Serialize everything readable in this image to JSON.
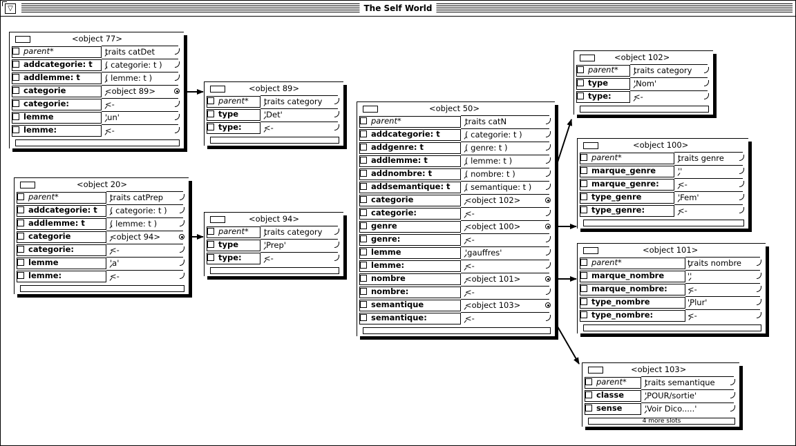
{
  "window": {
    "title": "The Self World"
  },
  "objects": {
    "obj77": {
      "title": "<object 77>",
      "slots": [
        {
          "name": "parent*",
          "value": "traits catDet"
        },
        {
          "name": "addcategorie: t",
          "value": "( categorie: t )"
        },
        {
          "name": "addlemme: t",
          "value": "( lemme: t )"
        },
        {
          "name": "categorie",
          "value": "<object 89>"
        },
        {
          "name": "categorie:",
          "value": "<-"
        },
        {
          "name": "lemme",
          "value": "'un'"
        },
        {
          "name": "lemme:",
          "value": "<-"
        }
      ]
    },
    "obj89": {
      "title": "<object 89>",
      "slots": [
        {
          "name": "parent*",
          "value": "traits category"
        },
        {
          "name": "type",
          "value": "'Det'"
        },
        {
          "name": "type:",
          "value": "<-"
        }
      ]
    },
    "obj20": {
      "title": "<object 20>",
      "slots": [
        {
          "name": "parent*",
          "value": "traits catPrep"
        },
        {
          "name": "addcategorie: t",
          "value": "( categorie: t )"
        },
        {
          "name": "addlemme: t",
          "value": "( lemme: t )"
        },
        {
          "name": "categorie",
          "value": "<object 94>"
        },
        {
          "name": "categorie:",
          "value": "<-"
        },
        {
          "name": "lemme",
          "value": "'a'"
        },
        {
          "name": "lemme:",
          "value": "<-"
        }
      ]
    },
    "obj94": {
      "title": "<object 94>",
      "slots": [
        {
          "name": "parent*",
          "value": "traits category"
        },
        {
          "name": "type",
          "value": "'Prep'"
        },
        {
          "name": "type:",
          "value": "<-"
        }
      ]
    },
    "obj50": {
      "title": "<object 50>",
      "slots": [
        {
          "name": "parent*",
          "value": "traits catN"
        },
        {
          "name": "addcategorie: t",
          "value": "( categorie: t )"
        },
        {
          "name": "addgenre: t",
          "value": "( genre: t )"
        },
        {
          "name": "addlemme: t",
          "value": "( lemme: t )"
        },
        {
          "name": "addnombre: t",
          "value": "( nombre: t )"
        },
        {
          "name": "addsemantique: t",
          "value": "( semantique: t )"
        },
        {
          "name": "categorie",
          "value": "<object 102>"
        },
        {
          "name": "categorie:",
          "value": "<-"
        },
        {
          "name": "genre",
          "value": "<object 100>"
        },
        {
          "name": "genre:",
          "value": "<-"
        },
        {
          "name": "lemme",
          "value": "'gauffres'"
        },
        {
          "name": "lemme:",
          "value": "<-"
        },
        {
          "name": "nombre",
          "value": "<object 101>"
        },
        {
          "name": "nombre:",
          "value": "<-"
        },
        {
          "name": "semantique",
          "value": "<object 103>"
        },
        {
          "name": "semantique:",
          "value": "<-"
        }
      ]
    },
    "obj102": {
      "title": "<object 102>",
      "slots": [
        {
          "name": "parent*",
          "value": "traits category"
        },
        {
          "name": "type",
          "value": "'Nom'"
        },
        {
          "name": "type:",
          "value": "<-"
        }
      ]
    },
    "obj100": {
      "title": "<object 100>",
      "slots": [
        {
          "name": "parent*",
          "value": "traits genre"
        },
        {
          "name": "marque_genre",
          "value": "''"
        },
        {
          "name": "marque_genre:",
          "value": "<-"
        },
        {
          "name": "type_genre",
          "value": "'Fem'"
        },
        {
          "name": "type_genre:",
          "value": "<-"
        }
      ]
    },
    "obj101": {
      "title": "<object 101>",
      "slots": [
        {
          "name": "parent*",
          "value": "traits nombre"
        },
        {
          "name": "marque_nombre",
          "value": "''"
        },
        {
          "name": "marque_nombre:",
          "value": "<-"
        },
        {
          "name": "type_nombre",
          "value": "'Plur'"
        },
        {
          "name": "type_nombre:",
          "value": "<-"
        }
      ]
    },
    "obj103": {
      "title": "<object 103>",
      "slots": [
        {
          "name": "parent*",
          "value": "traits semantique"
        },
        {
          "name": "classe",
          "value": "'POUR/sortie'"
        },
        {
          "name": "sense",
          "value": "'Voir Dico.....'"
        }
      ],
      "more_slots": "4 more slots"
    }
  }
}
